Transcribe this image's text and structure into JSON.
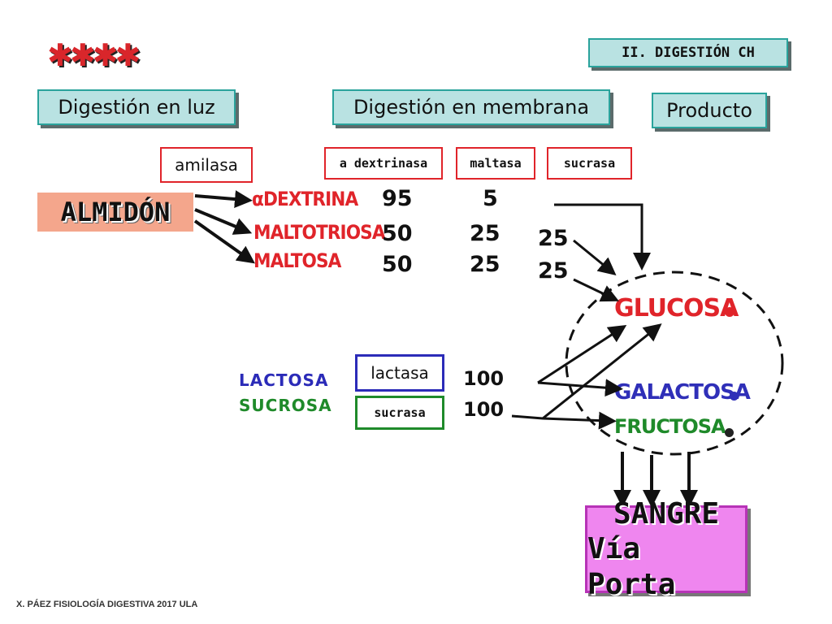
{
  "stars": "✱✱✱✱",
  "section_tag": "II. DIGESTIÓN CH",
  "headers": {
    "lumen": "Digestión en luz",
    "membrane": "Digestión en membrana",
    "product": "Producto"
  },
  "enzymes": {
    "amilasa": "amilasa",
    "a_dextrinasa": "a dextrinasa",
    "maltasa": "maltasa",
    "sucrasa": "sucrasa",
    "lactasa": "lactasa",
    "sucrasa2": "sucrasa"
  },
  "substrate": "ALMIDÓN",
  "intermediates": [
    "αDEXTRINA",
    "MALTOTRIOSA",
    "MALTOSA"
  ],
  "table": {
    "a_dextrinasa": [
      "95",
      "50",
      "50"
    ],
    "maltasa": [
      "5",
      "25",
      "25"
    ],
    "sucrasa": [
      "25",
      "25"
    ]
  },
  "disaccharides": {
    "lactosa": "LACTOSA",
    "sucrosa": "SUCROSA"
  },
  "disaccharide_values": [
    "100",
    "100"
  ],
  "products": [
    "GLUCOSA",
    "GALACTOSA",
    "FRUCTOSA"
  ],
  "destination": {
    "line1": "SANGRE",
    "line2": "Vía Porta"
  },
  "footer": "X. PÁEZ   FISIOLOGÍA DIGESTIVA 2017  ULA",
  "colors": {
    "header_bg": "#b9e2e2",
    "header_border": "#2aa39c",
    "enzyme_border": "#e0242a",
    "lactasa_border": "#2b2bb8",
    "sucrasa2_border": "#1f8a2a",
    "almidon_bg": "#f4a68c",
    "sangre_bg": "#ef86ef",
    "glucosa": "#e0242a",
    "galactosa": "#2f2fb8",
    "fructosa": "#1f8a2a"
  }
}
